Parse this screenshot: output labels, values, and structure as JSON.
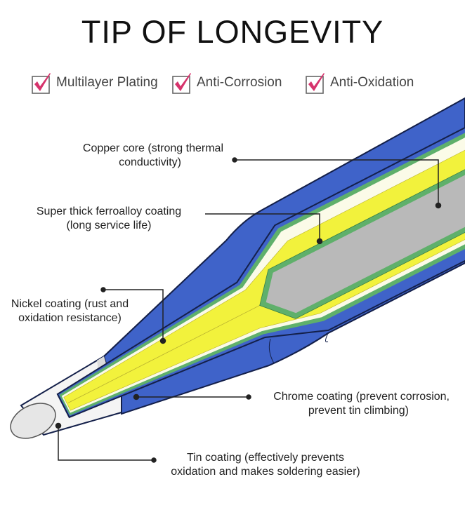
{
  "title": "TIP OF LONGEVITY",
  "features": [
    {
      "label": "Multilayer Plating",
      "checked": true,
      "icon": "checkbox-check-icon"
    },
    {
      "label": "Anti-Corrosion",
      "checked": true,
      "icon": "checkbox-check-icon"
    },
    {
      "label": "Anti-Oxidation",
      "checked": true,
      "icon": "checkbox-check-icon"
    }
  ],
  "callouts": {
    "copper": {
      "line1": "Copper core (strong thermal",
      "line2": "conductivity)"
    },
    "ferroalloy": {
      "line1": "Super thick ferroalloy coating",
      "line2": "(long service life)"
    },
    "nickel": {
      "line1": "Nickel coating (rust and",
      "line2": "oxidation resistance)"
    },
    "chrome": {
      "line1": "Chrome coating (prevent corrosion,",
      "line2": "prevent tin climbing)"
    },
    "tin": {
      "line1": "Tin coating (effectively prevents",
      "line2": "oxidation and makes soldering easier)"
    }
  },
  "colors": {
    "check": "#d6336c",
    "blue": "#3f63c9",
    "outline": "#14204a",
    "green": "#5fb06b",
    "yellow": "#f2f23c",
    "core": "#b9b9b9",
    "tin": "#ececec"
  }
}
